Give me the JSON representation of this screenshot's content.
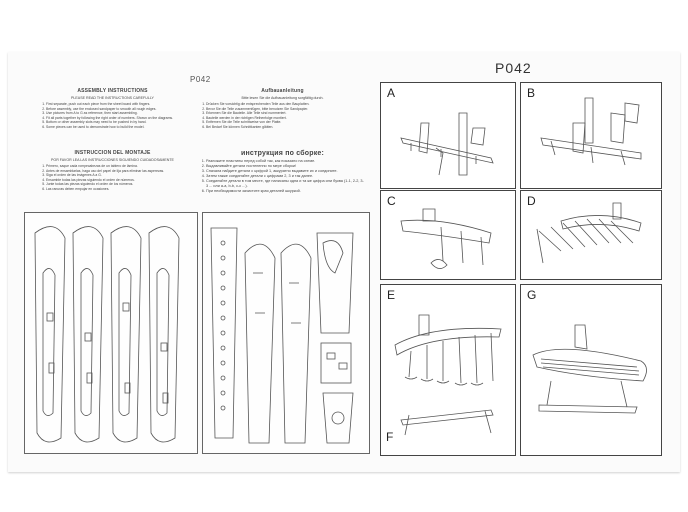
{
  "left_sheet": {
    "code": "P042",
    "instructions": {
      "english": {
        "title": "ASSEMBLY INSTRUCTIONS",
        "subtitle": "PLEASE READ THE INSTRUCTIONS CAREFULLY",
        "steps": [
          "First separate, push out each piece from the sheet board with fingers.",
          "Before assembly, use the enclosed sandpaper to smooth all rough edges.",
          "Use pictures from A to G as reference, then start assembling.",
          "Fit all parts together by following the right order of numbers. Shown on the diagrams.",
          "Bottom or other assembly slots may need to be pushed in by hand.",
          "Some pieces can be used to demonstrate how to build the model."
        ]
      },
      "spanish": {
        "title": "INSTRUCCION DEL MONTAJE",
        "subtitle": "POR FAVOR LEA LAS INSTRUCCIONES SIGUIENDO CUIDADOSAMENTE",
        "steps": [
          "Primero, saque cada rompecabezas de un tablero de lámina.",
          "Antes de ensamblarlas, haga uso del papel de lija para eliminar las asperezas.",
          "Siga el orden de las imágenes A a G.",
          "Ensamble todas las piezas siguiendo el orden de números.",
          "Junte todas las piezas siguiendo el orden de los números.",
          "Las ranuras deben empujar en ocasiones."
        ]
      },
      "german": {
        "title": "Aufbauanleitung",
        "subtitle": "Bitte lesen Sie die Aufbauanleitung sorgfältig durch.",
        "steps": [
          "Drücken Sie vorsichtig die entsprechenden Teile aus den Bauplatten.",
          "Bevor Sie die Teile zusammenfügen, bitte benutzen Sie Sandpapier.",
          "Erkennen Sie die Bauteile. Alle Teile sind nummeriert.",
          "Bauteile werden in der richtigen Reihenfolge montiert.",
          "Entfernen Sie die Teile schrittweise von der Platte.",
          "Bei Bedarf Sie können Schnittkanten glätten."
        ]
      },
      "russian": {
        "title": "инструкция по сборке:",
        "steps": [
          "Разложите пластины перед собой так, как показано на схеме.",
          "Выдавливайте детали постепенно по мере сборки!",
          "Сначала найдите детали с цифрой 1, аккуратно выдавите их и соедините.",
          "Затем также соединяйте детали с цифрами 2, 3 и так далее.",
          "Соединяйте детали в том месте, где написаны одна и та же цифра или буква (1-1, 2-2, 3-3 ... или а-а, b-b, c-c ...).",
          "При необходимости зачистите края деталей шкуркой."
        ]
      }
    }
  },
  "right_sheet": {
    "code": "P042",
    "steps": [
      {
        "label": "A"
      },
      {
        "label": "B"
      },
      {
        "label": "C"
      },
      {
        "label": "D"
      },
      {
        "label": "E"
      },
      {
        "label": "F"
      },
      {
        "label": "G"
      }
    ]
  },
  "colors": {
    "line": "#555555",
    "paper": "#fbfbfb",
    "frame": "#444444"
  }
}
